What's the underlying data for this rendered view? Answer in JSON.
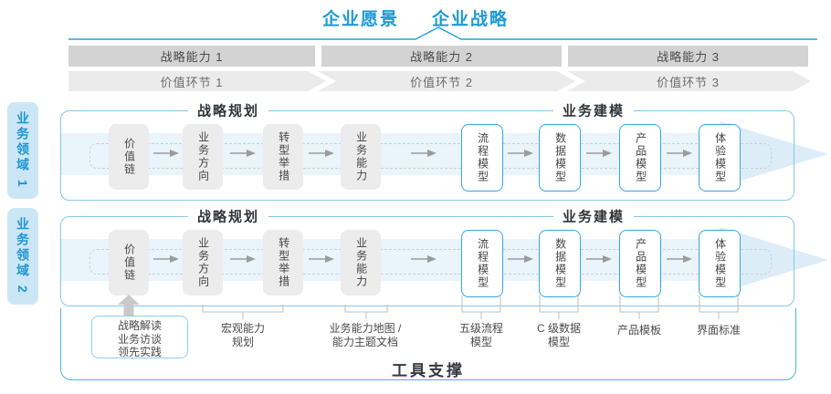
{
  "header": {
    "vision": "企业愿景",
    "strategy": "企业战略"
  },
  "strategic_capabilities": [
    {
      "label": "战略能力 1"
    },
    {
      "label": "战略能力 2"
    },
    {
      "label": "战略能力 3"
    }
  ],
  "value_links": [
    {
      "label": "价值环节 1"
    },
    {
      "label": "价值环节 2"
    },
    {
      "label": "价值环节 3"
    }
  ],
  "business_domains": [
    {
      "label": "业务领域 1"
    },
    {
      "label": "业务领域 2"
    }
  ],
  "flow": {
    "planning_header": "战略规划",
    "modeling_header": "业务建模",
    "planning_boxes": [
      {
        "label": "价值链"
      },
      {
        "label": "业务方向"
      },
      {
        "label": "转型举措"
      },
      {
        "label": "业务能力"
      }
    ],
    "modeling_boxes": [
      {
        "label": "流程模型"
      },
      {
        "label": "数据模型"
      },
      {
        "label": "产品模型"
      },
      {
        "label": "体验模型"
      }
    ]
  },
  "annotations": {
    "callout": {
      "lines": [
        "战略解读",
        "业务访谈",
        "领先实践"
      ]
    },
    "notes": [
      {
        "lines": [
          "宏观能力",
          "规划"
        ]
      },
      {
        "lines": [
          "业务能力地图 /",
          "能力主题文档"
        ]
      },
      {
        "lines": [
          "五级流程",
          "模型"
        ]
      },
      {
        "lines": [
          "C 级数据",
          "模型"
        ]
      },
      {
        "lines": [
          "产品模板"
        ]
      },
      {
        "lines": [
          "界面标准"
        ]
      }
    ]
  },
  "footer": {
    "label": "工具支撑"
  },
  "colors": {
    "accent_blue": "#1d9ad6",
    "panel_border": "#85c7e9",
    "container_border": "#4db3e6",
    "band_fill": "#e9f4fb",
    "band_arrow_fill": "#dcedf8",
    "capability_bar_fill": "#d3d3d3",
    "value_link_fill": "#ebebeb",
    "gray_box_fill": "#ececec",
    "blue_box_border": "#36a7dd",
    "flow_arrow_gray": "#9b9b9b"
  }
}
